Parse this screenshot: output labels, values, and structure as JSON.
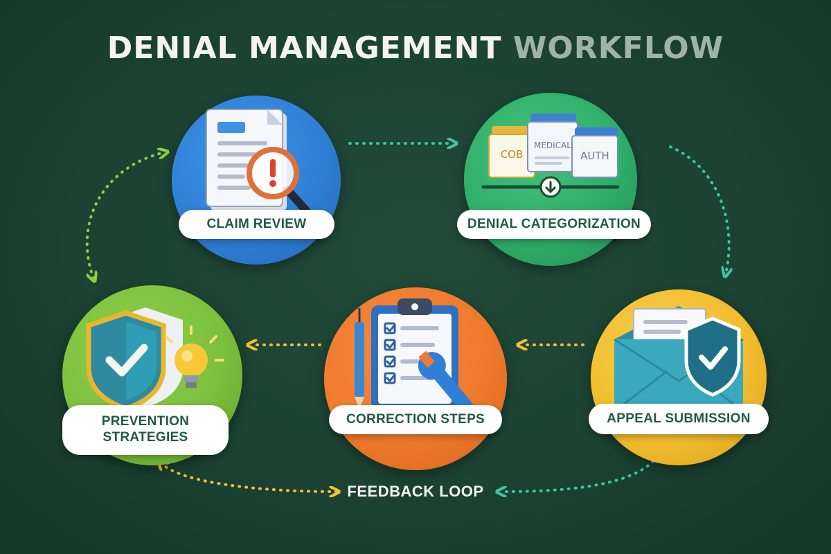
{
  "title": {
    "part1": "DENIAL MANAGEMENT",
    "part2": "WORKFLOW"
  },
  "colors": {
    "background": "#1b4233",
    "blue": "#2f7fd6",
    "green": "#2fae6a",
    "orange": "#ef7a2c",
    "yellow": "#f2bd2e",
    "lime": "#7cc03d",
    "teal_arrow": "#3fc4a6",
    "yellow_arrow": "#f0c232",
    "green_arrow": "#8ccf3a",
    "label_text": "#1f5a45"
  },
  "steps": [
    {
      "label": "CLAIM REVIEW",
      "icon": "document-magnifier-icon"
    },
    {
      "label": "DENIAL CATEGORIZATION",
      "icon": "category-folders-icon",
      "folders": [
        "COB",
        "MEDICAL",
        "AUTH"
      ]
    },
    {
      "label": "APPEAL SUBMISSION",
      "icon": "envelope-shield-icon"
    },
    {
      "label": "CORRECTION STEPS",
      "icon": "clipboard-wrench-icon"
    },
    {
      "label_line1": "PREVENTION",
      "label_line2": "STRATEGIES",
      "icon": "shield-lightbulb-icon"
    }
  ],
  "feedback_loop": {
    "label": "FEEDBACK LOOP"
  }
}
